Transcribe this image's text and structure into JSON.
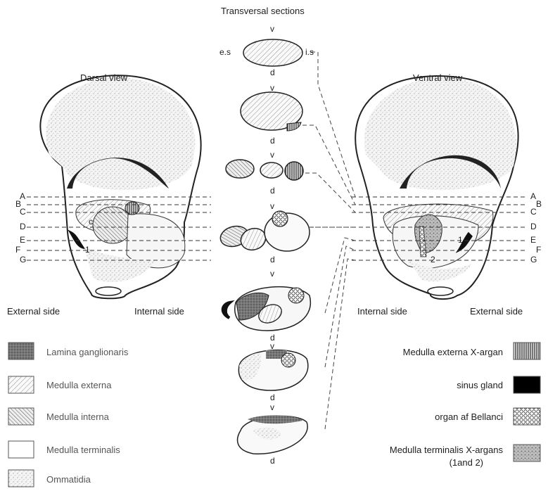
{
  "title": "Transversal sections",
  "views": {
    "dorsal": "Darsal view",
    "ventral": "Ventral view"
  },
  "sides": {
    "left_external": "External side",
    "left_internal": "Internal side",
    "right_internal": "Internal side",
    "right_external": "External side"
  },
  "section_letters": [
    "A",
    "B",
    "C",
    "D",
    "E",
    "F",
    "G"
  ],
  "section_marks": {
    "top": "v",
    "bottom": "d",
    "es": "e.s",
    "is": "i.s"
  },
  "organ_numbers": {
    "dorsal_1": "1",
    "dorsal_c": "c",
    "ventral_1": "1",
    "ventral_2": "2"
  },
  "legend_left": [
    {
      "label": "Lamina ganglionaris",
      "pattern": "lamina"
    },
    {
      "label": "Medulla externa",
      "pattern": "externa"
    },
    {
      "label": "Medulla interna",
      "pattern": "interna"
    },
    {
      "label": "Medulla terminalis",
      "pattern": "terminalis"
    },
    {
      "label": "Ommatidia",
      "pattern": "ommatidia"
    }
  ],
  "legend_right": [
    {
      "label": "Medulla externa X-argan",
      "pattern": "xorgan"
    },
    {
      "label": "sinus gland",
      "pattern": "sinus"
    },
    {
      "label": "organ af Bellanci",
      "pattern": "bellonci"
    },
    {
      "label": "Medulla terminalis X-argans",
      "label2": "(1and 2)",
      "pattern": "mtx"
    }
  ]
}
